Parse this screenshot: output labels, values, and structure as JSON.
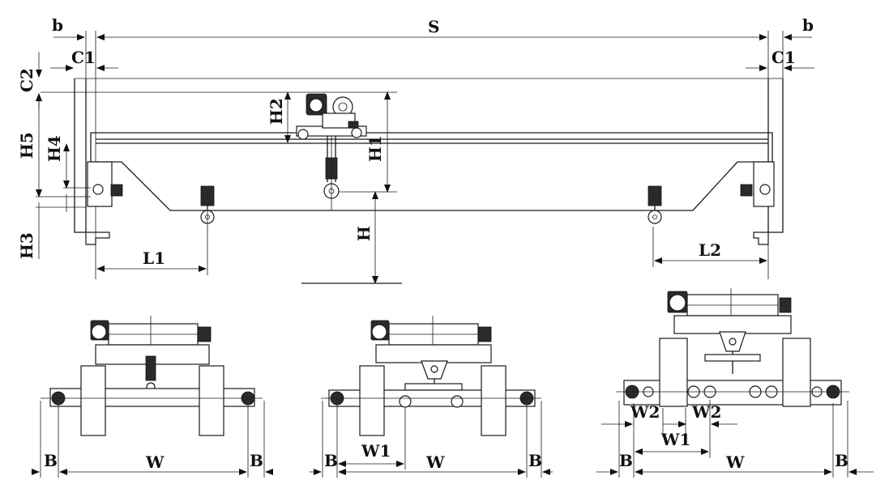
{
  "labels": {
    "b_left": "b",
    "s": "S",
    "b_right": "b",
    "c1_left": "C1",
    "c1_right": "C1",
    "c2": "C2",
    "h2": "H2",
    "h5": "H5",
    "h4": "H4",
    "h1": "H1",
    "h3": "H3",
    "h": "H",
    "l1": "L1",
    "l2": "L2",
    "v1_b_left": "B",
    "v1_w": "W",
    "v1_b_right": "B",
    "v2_b_left": "B",
    "v2_w1": "W1",
    "v2_w": "W",
    "v2_b_right": "B",
    "v3_w2_left": "W2",
    "v3_w2_right": "W2",
    "v3_w1": "W1",
    "v3_b_left": "B",
    "v3_w": "W",
    "v3_b_right": "B"
  }
}
